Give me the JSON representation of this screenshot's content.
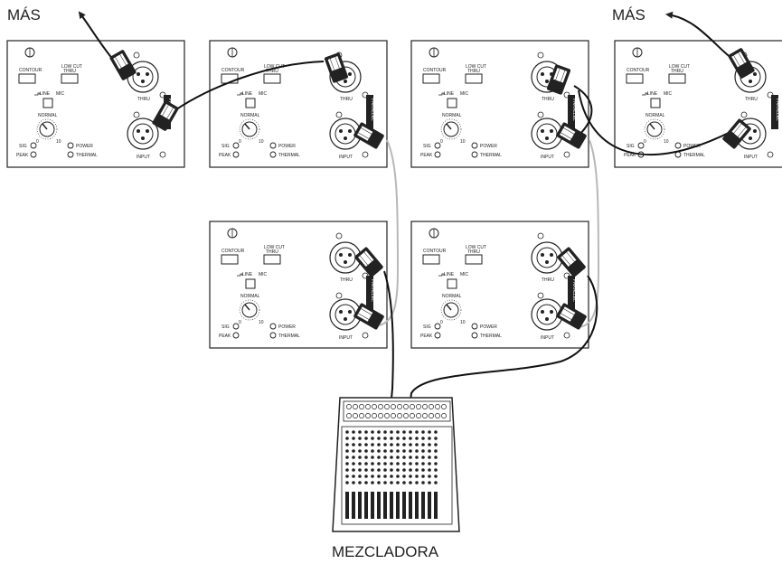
{
  "labels": {
    "more_left": "MÁS",
    "more_right": "MÁS",
    "mixer": "MEZCLADORA"
  },
  "panel": {
    "contour": "CONTOUR",
    "low_cut": "LOW CUT",
    "low_cut_sub": "THRU",
    "line": "LINE",
    "mic": "MIC",
    "normal": "NORMAL",
    "sig": "SIG",
    "peak": "PEAK",
    "power": "POWER",
    "thermal": "THERMAL",
    "thru": "THRU",
    "input": "INPUT",
    "parallel": "PARALLEL",
    "dial_min": "0",
    "dial_max": "10"
  },
  "colors": {
    "ink": "#222222",
    "cable_black": "#111111",
    "cable_grey": "#b8b8b8",
    "panel_fill": "#ffffff"
  },
  "panels": [
    {
      "id": "top-1"
    },
    {
      "id": "top-2"
    },
    {
      "id": "top-3"
    },
    {
      "id": "top-4"
    },
    {
      "id": "mid-1"
    },
    {
      "id": "mid-2"
    }
  ]
}
